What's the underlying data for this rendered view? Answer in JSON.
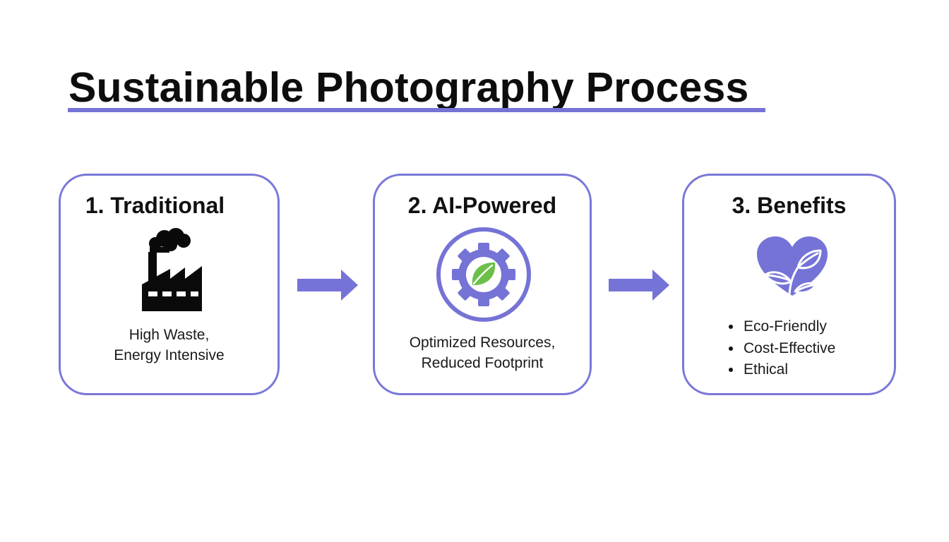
{
  "title": "Sustainable Photography Process",
  "accent_color": "#7573d6",
  "steps": [
    {
      "title": "1. Traditional",
      "icon": "factory-icon",
      "description": [
        "High Waste,",
        "Energy Intensive"
      ]
    },
    {
      "title": "2. AI-Powered",
      "icon": "gear-leaf-icon",
      "description": [
        "Optimized Resources,",
        "Reduced Footprint"
      ]
    },
    {
      "title": "3. Benefits",
      "icon": "heart-leaf-icon",
      "items": [
        "Eco-Friendly",
        "Cost-Effective",
        "Ethical"
      ]
    }
  ],
  "connectors": [
    "arrow-right-icon",
    "arrow-right-icon"
  ]
}
